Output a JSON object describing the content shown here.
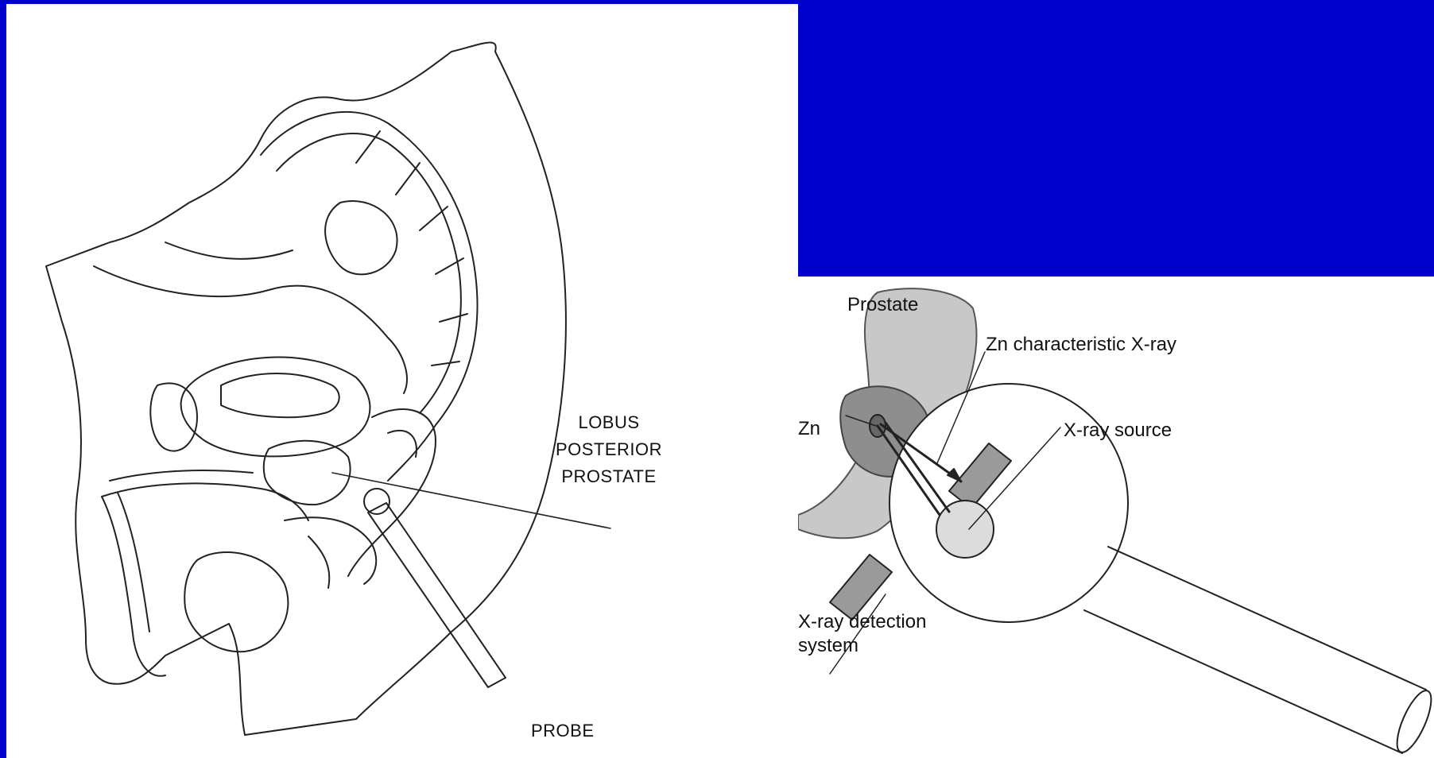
{
  "left_diagram": {
    "lobus_label_lines": [
      "LOBUS",
      "POSTERIOR",
      "PROSTATE"
    ],
    "probe_label": "PROBE"
  },
  "right_diagram": {
    "prostate_label": "Prostate",
    "zn_label": "Zn",
    "zn_xray_label": "Zn characteristic X-ray",
    "xray_source_label": "X-ray source",
    "detection_label_lines": [
      "X-ray detection",
      "system"
    ]
  }
}
